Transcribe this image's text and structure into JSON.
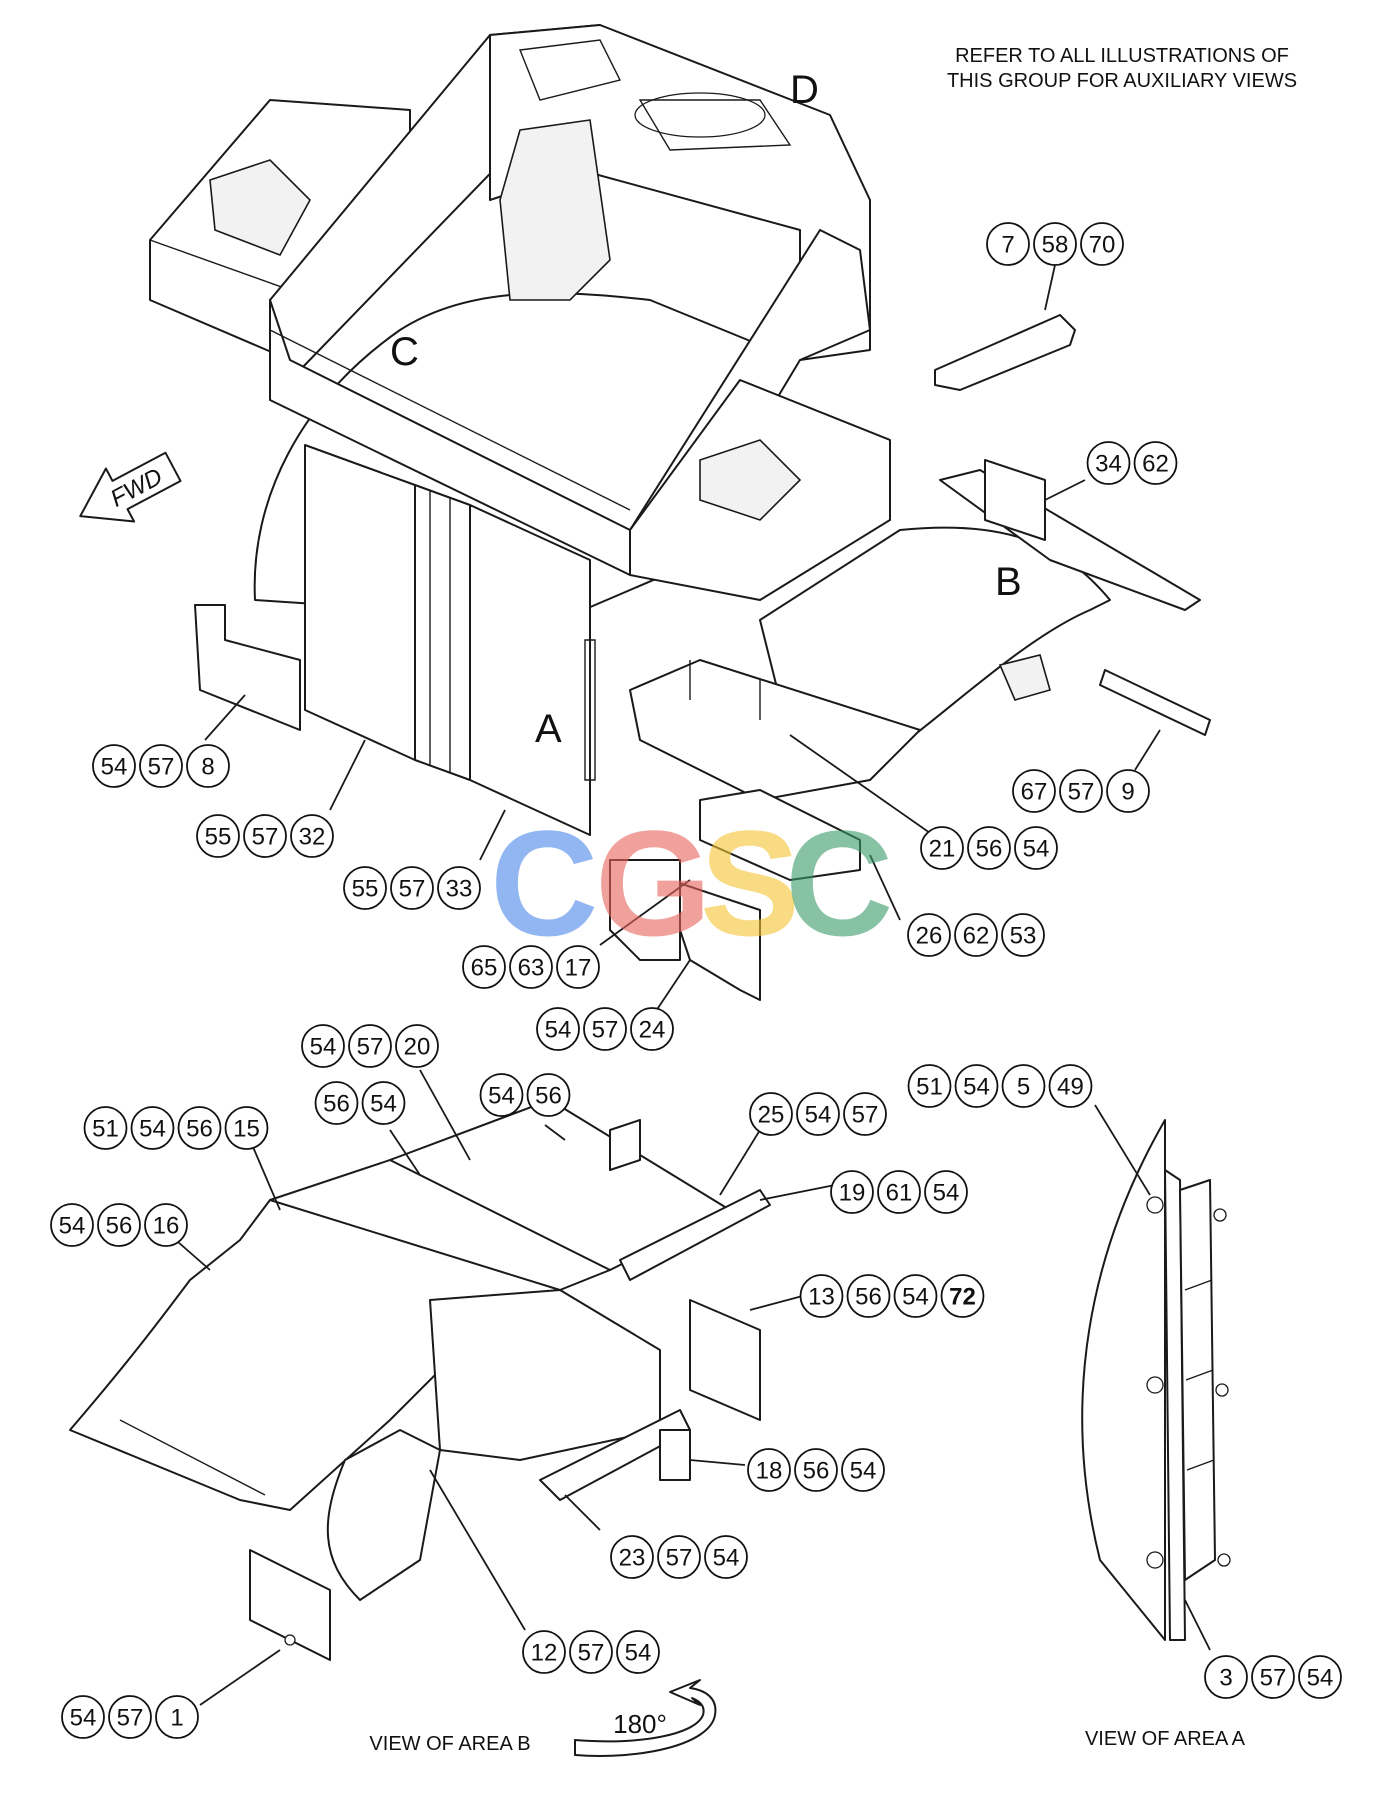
{
  "note": {
    "line1": "REFER TO ALL ILLUSTRATIONS OF",
    "line2": "THIS GROUP FOR AUXILIARY VIEWS"
  },
  "fwd_label": "FWD",
  "area_labels": {
    "a": "A",
    "b": "B",
    "c": "C",
    "d": "D"
  },
  "captions": {
    "view_b": "VIEW OF AREA B",
    "view_a": "VIEW OF AREA A",
    "rotation": "180°"
  },
  "watermark": {
    "letters": [
      "C",
      "G",
      "S",
      "C"
    ],
    "colors": [
      "#4a86e8",
      "#e8645a",
      "#f4c430",
      "#3a9a6a"
    ]
  },
  "callouts": [
    {
      "id": "c-7-58-70",
      "labels": [
        "7",
        "58",
        "70"
      ]
    },
    {
      "id": "c-34-62",
      "labels": [
        "34",
        "62"
      ]
    },
    {
      "id": "c-54-57-8",
      "labels": [
        "54",
        "57",
        "8"
      ]
    },
    {
      "id": "c-67-57-9",
      "labels": [
        "67",
        "57",
        "9"
      ]
    },
    {
      "id": "c-55-57-32",
      "labels": [
        "55",
        "57",
        "32"
      ]
    },
    {
      "id": "c-21-56-54",
      "labels": [
        "21",
        "56",
        "54"
      ]
    },
    {
      "id": "c-55-57-33",
      "labels": [
        "55",
        "57",
        "33"
      ]
    },
    {
      "id": "c-26-62-53",
      "labels": [
        "26",
        "62",
        "53"
      ]
    },
    {
      "id": "c-65-63-17",
      "labels": [
        "65",
        "63",
        "17"
      ]
    },
    {
      "id": "c-54-57-24",
      "labels": [
        "54",
        "57",
        "24"
      ]
    },
    {
      "id": "c-54-57-20",
      "labels": [
        "54",
        "57",
        "20"
      ]
    },
    {
      "id": "c-51-54-5-49",
      "labels": [
        "51",
        "54",
        "5",
        "49"
      ]
    },
    {
      "id": "c-56-54",
      "labels": [
        "56",
        "54"
      ]
    },
    {
      "id": "c-54-56",
      "labels": [
        "54",
        "56"
      ]
    },
    {
      "id": "c-25-54-57",
      "labels": [
        "25",
        "54",
        "57"
      ]
    },
    {
      "id": "c-51-54-56-15",
      "labels": [
        "51",
        "54",
        "56",
        "15"
      ]
    },
    {
      "id": "c-19-61-54",
      "labels": [
        "19",
        "61",
        "54"
      ]
    },
    {
      "id": "c-54-56-16",
      "labels": [
        "54",
        "56",
        "16"
      ]
    },
    {
      "id": "c-13-56-54-72",
      "labels": [
        "13",
        "56",
        "54",
        "72"
      ],
      "bold_last": true
    },
    {
      "id": "c-18-56-54",
      "labels": [
        "18",
        "56",
        "54"
      ]
    },
    {
      "id": "c-23-57-54",
      "labels": [
        "23",
        "57",
        "54"
      ]
    },
    {
      "id": "c-12-57-54",
      "labels": [
        "12",
        "57",
        "54"
      ]
    },
    {
      "id": "c-3-57-54",
      "labels": [
        "3",
        "57",
        "54"
      ]
    },
    {
      "id": "c-54-57-1",
      "labels": [
        "54",
        "57",
        "1"
      ]
    }
  ]
}
